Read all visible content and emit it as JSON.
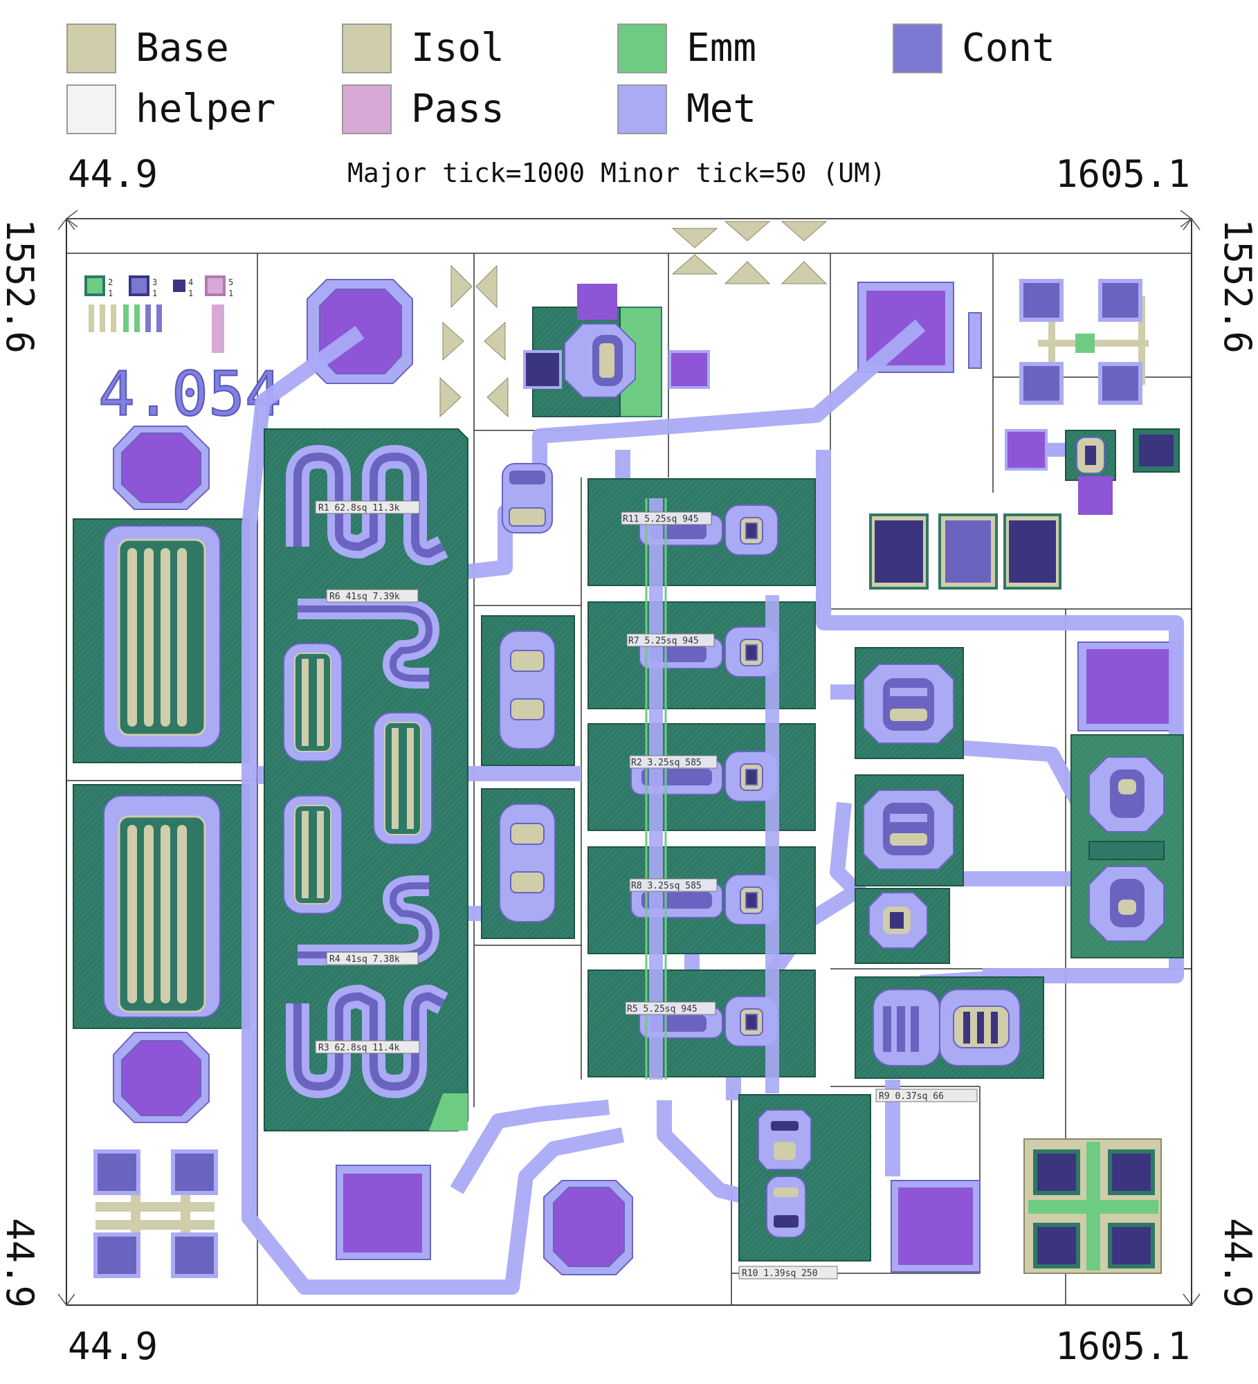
{
  "legend": [
    {
      "label": "Base",
      "color": "#cfcdaa"
    },
    {
      "label": "Isol",
      "color": "#cfcdaa"
    },
    {
      "label": "Emm",
      "color": "#6dcc82"
    },
    {
      "label": "Cont",
      "color": "#7b78d1"
    },
    {
      "label": "helper",
      "color": "#f3f3f3"
    },
    {
      "label": "Pass",
      "color": "#d8a9d6"
    },
    {
      "label": "Met",
      "color": "#aaaaf5"
    }
  ],
  "coords": {
    "top_left": "44.9",
    "top_right": "1605.1",
    "bottom_left": "44.9",
    "bottom_right": "1605.1",
    "left_top": "1552.6",
    "right_top": "1552.6",
    "left_bottom": "44.9",
    "right_bottom": "44.9"
  },
  "tick_note": "Major tick=1000 Minor tick=50 (UM)",
  "die_marking": "4.054",
  "mask_marks": [
    "2",
    "1",
    "3",
    "1",
    "4",
    "1",
    "5",
    "1"
  ],
  "resistor_labels": {
    "r1": "R1 62.8sq 11.3k",
    "r6": "R6 41sq 7.39k",
    "r4": "R4 41sq 7.38k",
    "r3": "R3 62.8sq 11.4k",
    "r11": "R11 5.25sq 945",
    "r7": "R7 5.25sq 945",
    "r2": "R2 3.25sq 585",
    "r8": "R8 3.25sq 585",
    "r5": "R5 5.25sq 945",
    "r9": "R9 0.37sq 66",
    "r10": "R10 1.39sq 250"
  },
  "layer_colors": {
    "isolation_fill": "#2f7866",
    "isolation_edge": "#1e5546",
    "metal_fill": "#aaaaf5",
    "pad_fill": "#8e55d6",
    "contact_dark": "#3b3580",
    "contact_mid": "#6a64c0",
    "base_fill": "#cfcdaa",
    "emitter_fill": "#6dcc82",
    "pass_fill": "#d8a9d6",
    "grid_line": "#333333"
  }
}
